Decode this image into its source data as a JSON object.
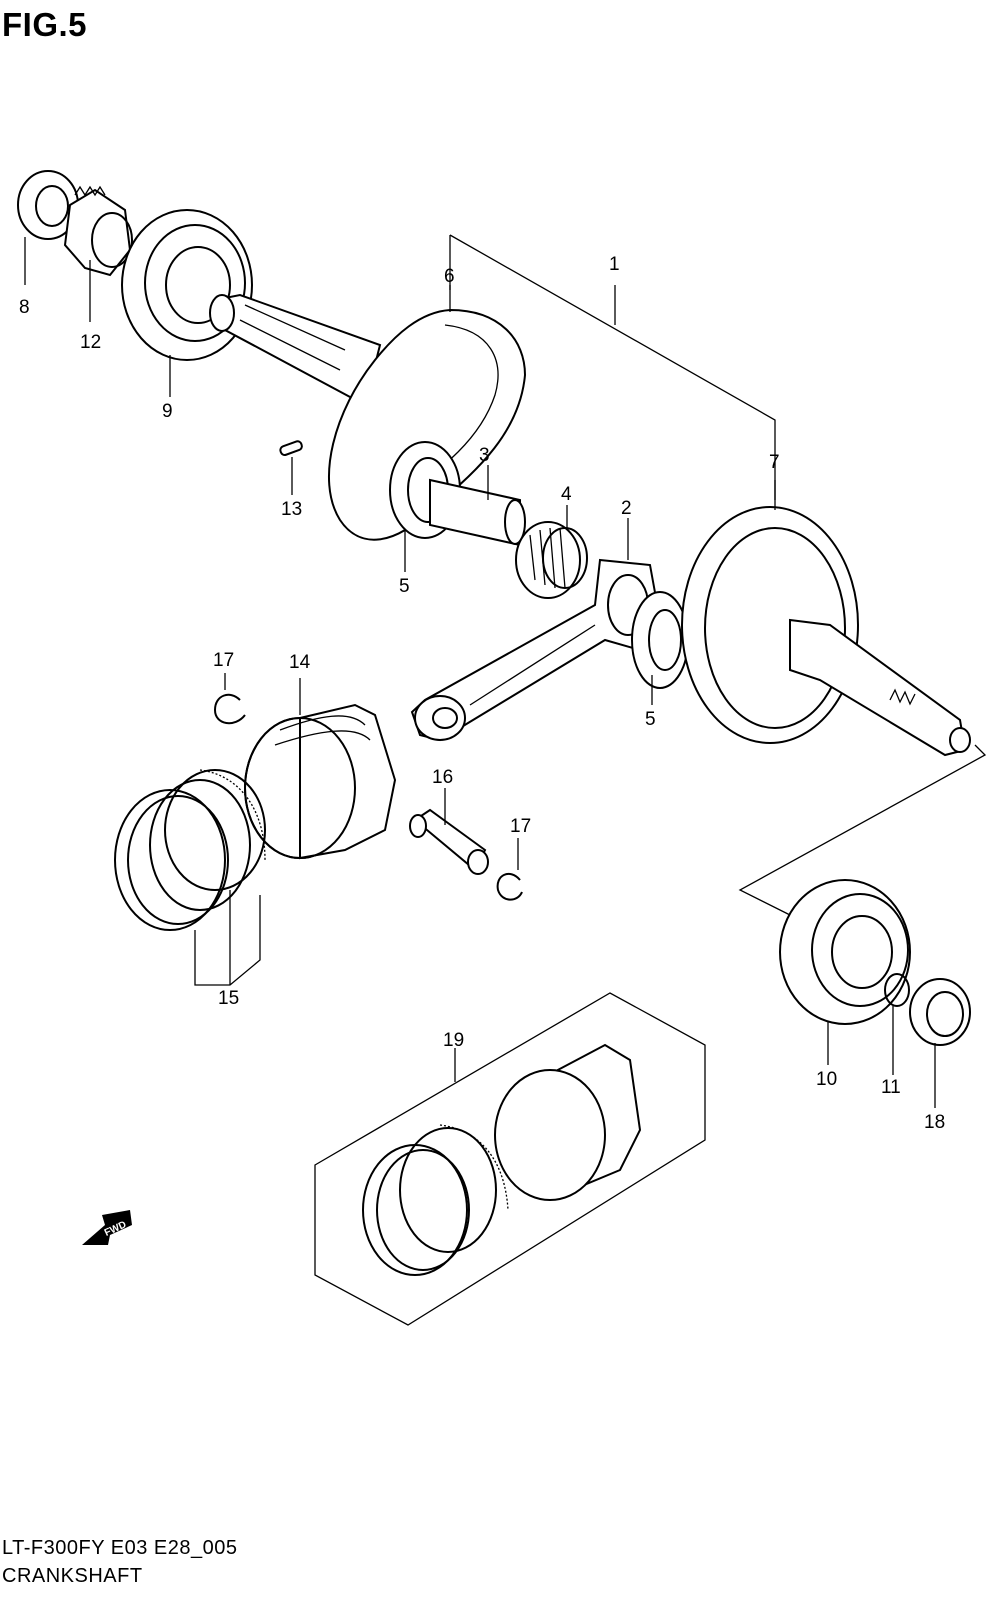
{
  "figure": {
    "title": "FIG.5",
    "code": "LT-F300FY E03 E28_005",
    "name": "CRANKSHAFT"
  },
  "callouts": {
    "c1": "1",
    "c2": "2",
    "c3": "3",
    "c4": "4",
    "c5a": "5",
    "c5b": "5",
    "c6": "6",
    "c7": "7",
    "c8": "8",
    "c9": "9",
    "c10": "10",
    "c11": "11",
    "c12": "12",
    "c13": "13",
    "c14": "14",
    "c15": "15",
    "c16": "16",
    "c17a": "17",
    "c17b": "17",
    "c18": "18",
    "c19": "19"
  },
  "fwd_label": "FWD"
}
